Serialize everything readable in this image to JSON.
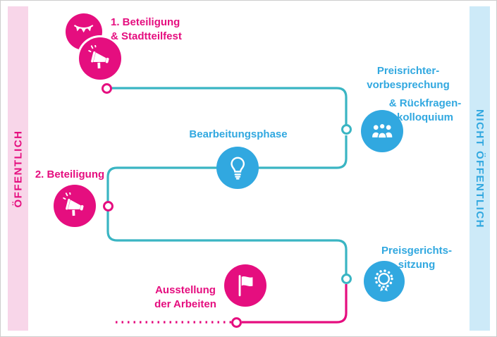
{
  "colors": {
    "pink": "#e50e7f",
    "blue": "#31a8e0",
    "teal": "#3ab5c3",
    "bandPink": "#f8d6e9",
    "bandBlue": "#cdeaf8"
  },
  "bands": {
    "left": "ÖFFENTLICH",
    "right": "NICHT ÖFFENTLICH"
  },
  "steps": {
    "participation1": {
      "line1": "1. Beteiligung",
      "line2": "& Stadtteilfest",
      "icons": [
        "bunting-icon",
        "megaphone-icon"
      ]
    },
    "juryBriefing": {
      "line1": "Preisrichter-",
      "line2": "vorbesprechung",
      "line3": "& Rückfragen-",
      "line4": "kolloquium",
      "icon": "people-icon"
    },
    "workingPhase": {
      "label": "Bearbeitungsphase",
      "icon": "lightbulb-icon"
    },
    "participation2": {
      "label": "2. Beteiligung",
      "icon": "megaphone-icon"
    },
    "jurySession": {
      "line1": "Preisgerichts-",
      "line2": "sitzung",
      "icon": "medal-icon"
    },
    "exhibition": {
      "line1": "Ausstellung",
      "line2": "der Arbeiten",
      "icon": "flag-icon"
    }
  }
}
